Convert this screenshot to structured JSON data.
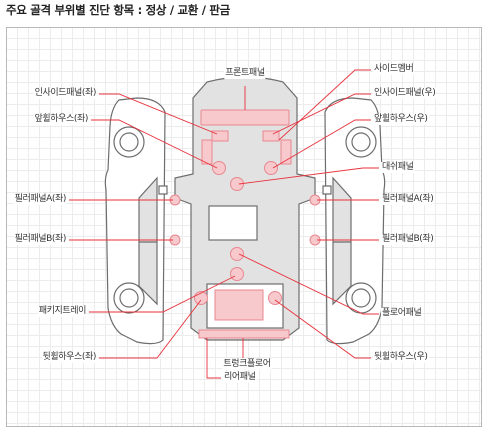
{
  "heading": "주요 골격 부위별 진단 항목 : 정상 / 교환 / 판금",
  "colors": {
    "leader": "#e8323c",
    "part_fill": "#f7c9cd",
    "part_stroke": "#e88890",
    "body_fill": "#e2e2e2",
    "outline": "#6d6d6d",
    "grid": "#ececec"
  },
  "labels": {
    "front_panel": "프론트패널",
    "side_member": "사이드멤버",
    "inside_panel_left": "인사이드패널(좌)",
    "inside_panel_right": "인사이드패널(우)",
    "front_wheelhouse_left": "앞휠하우스(좌)",
    "front_wheelhouse_right": "앞휠하우스(우)",
    "dash_panel": "대쉬패널",
    "pillar_a_left": "필러패널A(좌)",
    "pillar_a_right": "필러패널A(좌)",
    "pillar_b_left": "필러패널B(좌)",
    "pillar_b_right": "필러패널B(좌)",
    "package_tray": "패키지트레이",
    "floor_panel": "플로어패널",
    "rear_wheelhouse_left": "뒷휠하우스(좌)",
    "rear_wheelhouse_right": "뒷휠하우스(우)",
    "trunk_floor": "트렁크플로어",
    "rear_panel": "리어패널"
  }
}
